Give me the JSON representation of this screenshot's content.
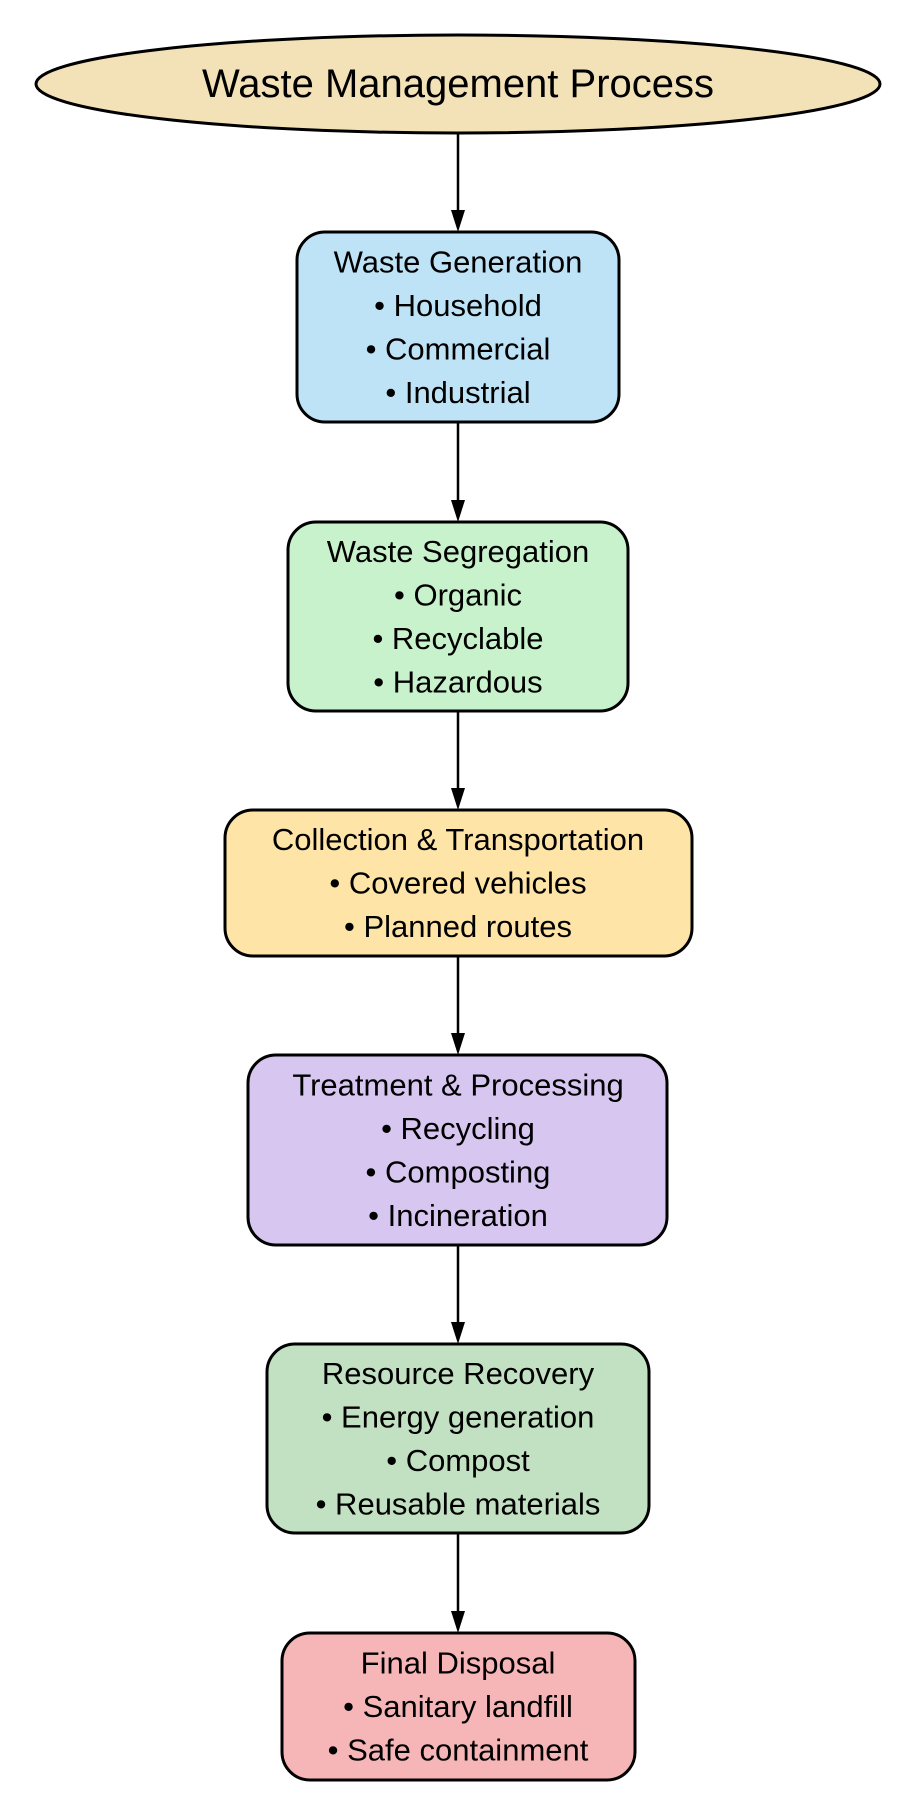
{
  "diagram": {
    "type": "flowchart",
    "direction": "top-to-bottom",
    "title": {
      "label": "Waste Management Process",
      "shape": "ellipse",
      "fill": "#F3E2B7"
    },
    "nodes": [
      {
        "id": "generation",
        "title": "Waste Generation",
        "items": [
          "• Household",
          "• Commercial",
          "• Industrial"
        ],
        "fill": "#BEE3F6"
      },
      {
        "id": "segregation",
        "title": "Waste Segregation",
        "items": [
          "• Organic",
          "• Recyclable",
          "• Hazardous"
        ],
        "fill": "#C7F2CB"
      },
      {
        "id": "collection",
        "title": "Collection & Transportation",
        "items": [
          "• Covered vehicles",
          "• Planned routes"
        ],
        "fill": "#FEE4A6"
      },
      {
        "id": "treatment",
        "title": "Treatment & Processing",
        "items": [
          "• Recycling",
          "• Composting",
          "• Incineration"
        ],
        "fill": "#D6C6F0"
      },
      {
        "id": "recovery",
        "title": "Resource Recovery",
        "items": [
          "• Energy generation",
          "• Compost",
          "• Reusable materials"
        ],
        "fill": "#C2E1C2"
      },
      {
        "id": "disposal",
        "title": "Final Disposal",
        "items": [
          "• Sanitary landfill",
          "• Safe containment"
        ],
        "fill": "#F6B6B8"
      }
    ],
    "edges": [
      {
        "from": "title",
        "to": "generation"
      },
      {
        "from": "generation",
        "to": "segregation"
      },
      {
        "from": "segregation",
        "to": "collection"
      },
      {
        "from": "collection",
        "to": "treatment"
      },
      {
        "from": "treatment",
        "to": "recovery"
      },
      {
        "from": "recovery",
        "to": "disposal"
      }
    ],
    "stroke_color": "#000000"
  }
}
